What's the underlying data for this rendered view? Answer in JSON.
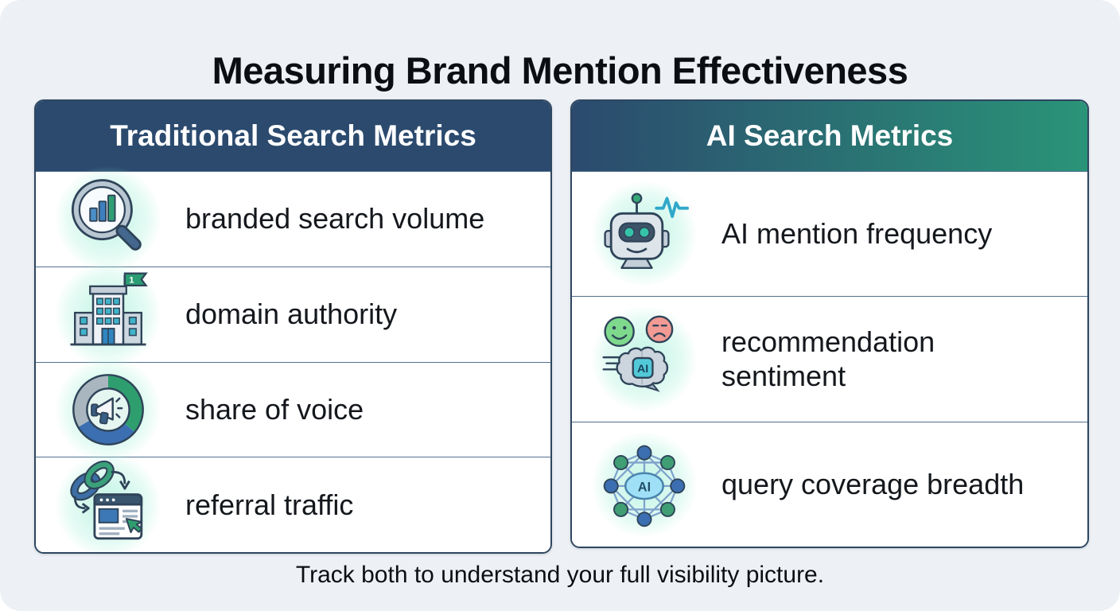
{
  "page": {
    "title": "Measuring Brand Mention Effectiveness",
    "footer": "Track both to understand your full visibility picture.",
    "background_color": "#edf1f5"
  },
  "colors": {
    "traditional_header_bg": "#2b4a6e",
    "ai_header_gradient_start": "#2b4a6e",
    "ai_header_gradient_end": "#2a9478",
    "table_border": "#2e4660",
    "row_divider": "#51718f",
    "row_bg": "#ffffff",
    "header_text": "#ffffff",
    "icon_glow": "#8beacc",
    "accent_green": "#2f9e6f",
    "accent_blue": "#3c6fb1",
    "accent_teal": "#35c4a8"
  },
  "tables": [
    {
      "header": "Traditional Search Metrics",
      "rows": [
        {
          "icon": "magnifier-bar-chart-icon",
          "label": "branded search volume"
        },
        {
          "icon": "building-rank-flag-icon",
          "label": "domain authority"
        },
        {
          "icon": "megaphone-donut-chart-icon",
          "label": "share of voice"
        },
        {
          "icon": "link-to-webpage-icon",
          "label": "referral traffic"
        }
      ]
    },
    {
      "header": "AI Search Metrics",
      "rows": [
        {
          "icon": "robot-pulse-icon",
          "label": "AI mention frequency"
        },
        {
          "icon": "sentiment-faces-brain-icon",
          "label": "recommendation sentiment"
        },
        {
          "icon": "ai-network-graph-icon",
          "label": "query coverage breadth"
        }
      ]
    }
  ],
  "icon_glyphs": {
    "flag_rank": "1",
    "brain_badge": "AI",
    "network_center": "AI"
  }
}
